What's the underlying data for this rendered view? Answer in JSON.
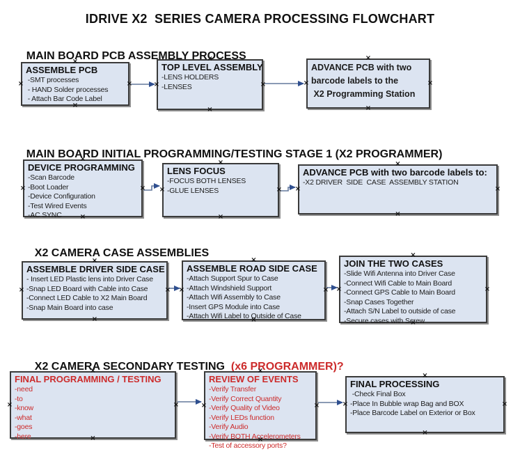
{
  "page_title": "IDRIVE X2  SERIES CAMERA PROCESSING FLOWCHART",
  "colors": {
    "box_fill": "#dce4f1",
    "box_border": "#3a3a3a",
    "box_shadow": "#8f8f8f",
    "red_text": "#cc2b2b",
    "arrow_line": "#64789c",
    "arrow_head": "#2f4f8f",
    "anchor_mark": "#111111"
  },
  "anchor_mark_glyph": "×",
  "sections": [
    {
      "heading": "MAIN BOARD PCB ASSEMBLY PROCESS",
      "boxes": [
        {
          "title": "ASSEMBLE PCB",
          "lines": [
            " -SMT processes",
            " - HAND Solder processes",
            " - Attach Bar Code Label"
          ]
        },
        {
          "title": "TOP LEVEL ASSEMBLY",
          "lines": [
            "-LENS HOLDERS",
            "-LENSES"
          ]
        },
        {
          "title": "",
          "lines": [
            "ADVANCE PCB with two",
            "barcode labels to the",
            " X2 Programming Station"
          ]
        }
      ]
    },
    {
      "heading": "MAIN BOARD INITIAL PROGRAMMING/TESTING STAGE 1 (X2 PROGRAMMER)",
      "boxes": [
        {
          "title": "DEVICE PROGRAMMING",
          "lines": [
            "-Scan Barcode",
            "-Boot Loader",
            "-Device Configuration",
            "-Test Wired Events",
            "-AC SYNC"
          ]
        },
        {
          "title": "LENS FOCUS",
          "lines": [
            "-FOCUS BOTH LENSES",
            "-GLUE LENSES"
          ]
        },
        {
          "title": "ADVANCE PCB with two barcode labels to:",
          "lines": [
            "-X2 DRIVER  SIDE  CASE  ASSEMBLY STATION"
          ]
        }
      ]
    },
    {
      "heading": "X2 CAMERA CASE ASSEMBLIES",
      "boxes": [
        {
          "title": "ASSEMBLE DRIVER SIDE CASE",
          "lines": [
            "- Insert LED Plastic lens into Driver Case",
            "-Snap LED Board with Cable into Case",
            "-Connect LED Cable to X2 Main Board",
            "-Snap Main Board into case"
          ]
        },
        {
          "title": "ASSEMBLE ROAD SIDE CASE",
          "lines": [
            "-Attach Support Spur to Case",
            "-Attach Windshield Support",
            "-Attach Wifi Assembly to Case",
            "-Insert GPS Module into Case",
            "-Attach Wifi Label to Outside of Case"
          ]
        },
        {
          "title": "JOIN THE TWO CASES",
          "lines": [
            "-Slide Wifi Antenna into Driver Case",
            "-Connect Wifi Cable to Main Board",
            "-Connect GPS Cable to Main Board",
            "-Snap Cases Together",
            "-Attach S/N Label to outside of case",
            "-Secure cases with Screw"
          ]
        }
      ]
    },
    {
      "heading": "X2 CAMERA SECONDARY TESTING  ",
      "heading_red": "(x6 PROGRAMMER)?",
      "boxes": [
        {
          "title": "FINAL PROGRAMMING / TESTING",
          "lines": [
            "-need",
            "-to",
            "-know",
            "-what",
            "-goes",
            "-here"
          ]
        },
        {
          "title": "REVIEW OF EVENTS",
          "lines": [
            "-Verify Transfer",
            "-Verify Correct Quantity",
            "-Verify Quality of Video",
            "-Verify LEDs function",
            "-Verify Audio",
            "-Verify BOTH Accelerometers",
            "-Test of accessory ports?"
          ]
        },
        {
          "title": "FINAL PROCESSING",
          "lines": [
            " -Check Final Box",
            "-Place In Bubble wrap Bag and BOX",
            "-Place Barcode Label on Exterior or Box"
          ]
        }
      ]
    }
  ]
}
